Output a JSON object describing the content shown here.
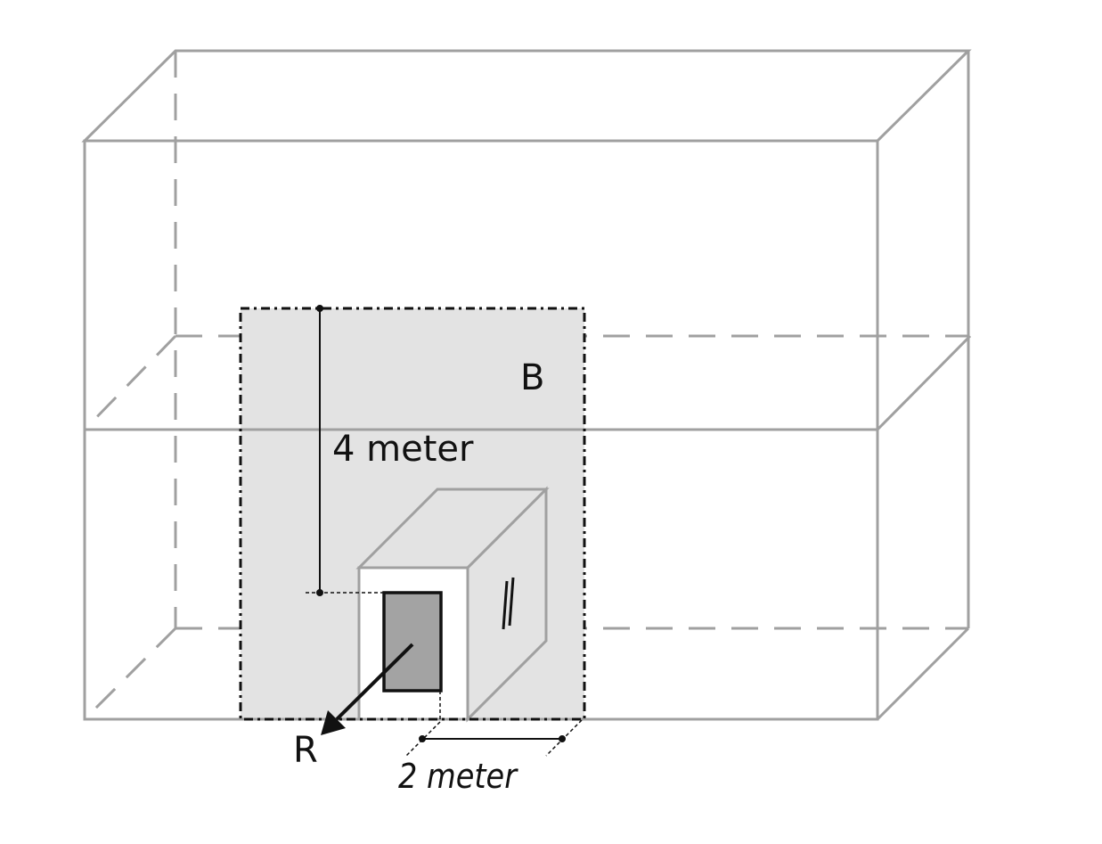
{
  "labels": {
    "zone": "B",
    "vertical_dimension": "4 meter",
    "horizontal_dimension": "2 meter",
    "arrow": "R"
  },
  "colors": {
    "outline": "#a0a0a0",
    "zone_fill": "#e3e3e3",
    "box_side": "#e3e3e3",
    "door_fill": "#a3a3a3",
    "ink": "#111111"
  },
  "icons": {
    "arrow": "arrow-down-left-icon"
  }
}
